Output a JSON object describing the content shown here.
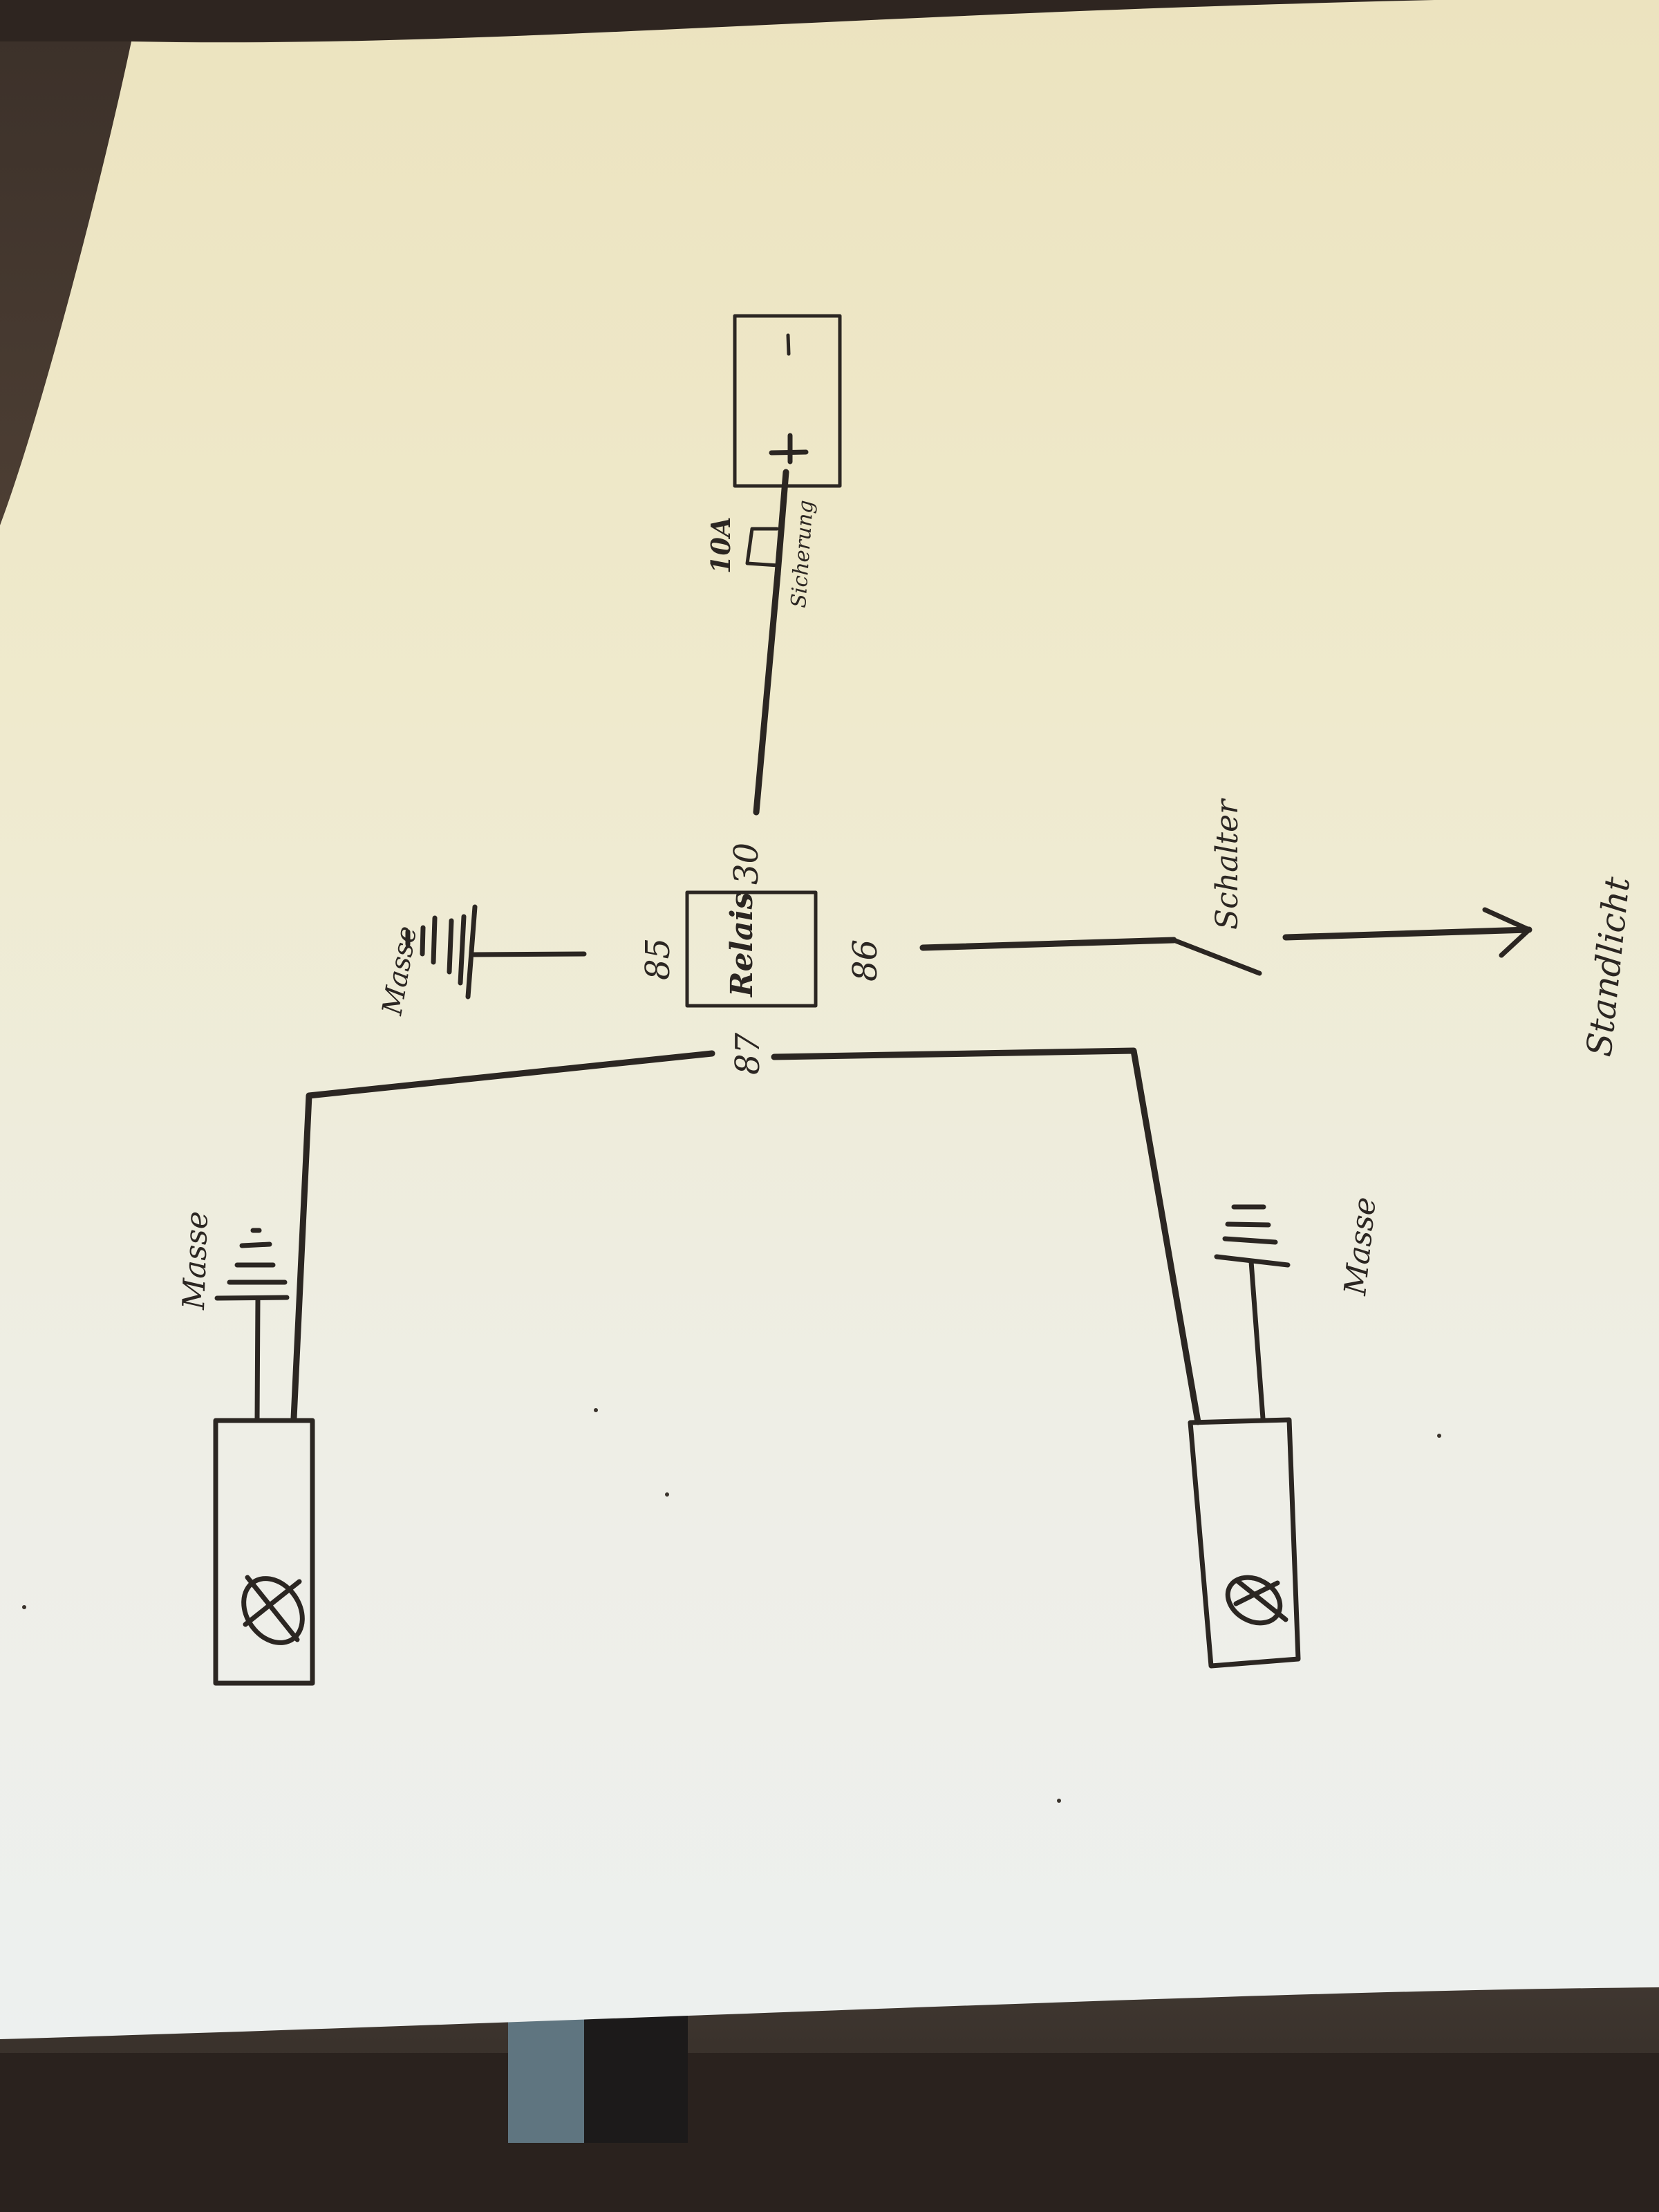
{
  "document": {
    "kind": "hand-drawn wiring diagram on paper",
    "language": "de",
    "orientation": "rotated 90 degrees (drawn sideways)"
  },
  "colors": {
    "paper_top": "#efe8c8",
    "paper_bottom": "#eef0ee",
    "ink": "#2b2622",
    "background_top": "#5a4a3c",
    "background_bottom": "#2e2a28",
    "table_leg": "#1c1a1a",
    "table_leg_highlight": "#5f7580"
  },
  "components": {
    "battery": {
      "label_minus": "−",
      "label_plus": "+"
    },
    "fuse": {
      "rating": "10A",
      "label": "Sicherung"
    },
    "relay": {
      "label": "Relais",
      "pins": {
        "p30": "30",
        "p85": "85",
        "p86": "86",
        "p87": "87"
      }
    },
    "relay_ground": {
      "label": "Masse"
    },
    "switch": {
      "label": "Schalter"
    },
    "output": {
      "label": "Standlicht"
    },
    "lamp_left": {
      "symbol": "⊗",
      "ground_label": "Masse"
    },
    "lamp_right": {
      "symbol": "⊗",
      "ground_label": "Masse"
    }
  },
  "connections": [
    {
      "from": "battery +",
      "via": "fuse 10A",
      "to": "relay 30"
    },
    {
      "from": "relay 85",
      "to": "Masse"
    },
    {
      "from": "relay 86",
      "via": "Schalter",
      "to": "Standlicht"
    },
    {
      "from": "relay 87",
      "to": "lamp left"
    },
    {
      "from": "relay 87",
      "to": "lamp right"
    },
    {
      "from": "lamp left",
      "to": "Masse"
    },
    {
      "from": "lamp right",
      "to": "Masse"
    }
  ]
}
